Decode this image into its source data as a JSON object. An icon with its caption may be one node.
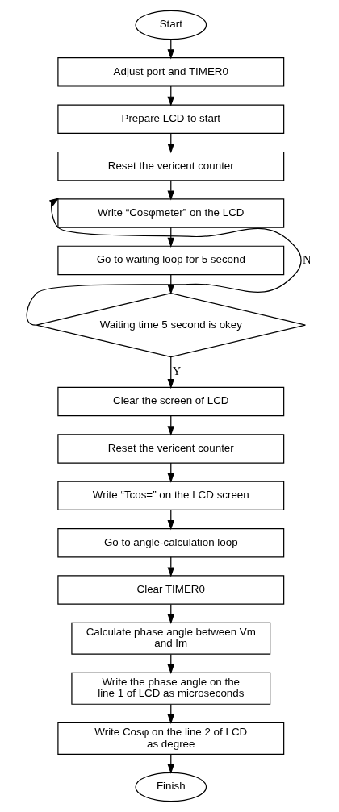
{
  "diagram": {
    "nodes": [
      {
        "text": [
          "Start"
        ]
      },
      {
        "text": [
          "Adjust port and TIMER0"
        ]
      },
      {
        "text": [
          "Prepare LCD to start"
        ]
      },
      {
        "text": [
          "Reset the vericent counter"
        ]
      },
      {
        "text": [
          "Write “Cosφmeter” on the LCD"
        ]
      },
      {
        "text": [
          "Go to waiting loop for 5 second"
        ]
      },
      {
        "text": [
          "Waiting time 5 second is okey"
        ]
      },
      {
        "text": [
          "Clear the screen of LCD"
        ]
      },
      {
        "text": [
          "Reset the vericent counter"
        ]
      },
      {
        "text": [
          "Write “Tcos=” on the LCD screen"
        ]
      },
      {
        "text": [
          "Go to angle-calculation loop"
        ]
      },
      {
        "text": [
          "Clear TIMER0"
        ]
      },
      {
        "text": [
          "Calculate phase angle between Vm and Im"
        ]
      },
      {
        "text": [
          "Write the phase angle on the line 1 of LCD as microseconds"
        ]
      },
      {
        "text": [
          "Write Cosφ on the line 2 of LCD as degree"
        ]
      },
      {
        "text": [
          "Finish"
        ]
      }
    ],
    "edges": [
      {
        "from": 0,
        "to": 1,
        "arrow": "to"
      },
      {
        "from": 1,
        "to": 2,
        "arrow": "to"
      },
      {
        "from": 2,
        "to": 3,
        "arrow": "to"
      },
      {
        "from": 3,
        "to": 4,
        "arrow": "to"
      },
      {
        "from": 4,
        "to": 5,
        "arrow": "to"
      },
      {
        "from": 5,
        "to": 6,
        "arrow": "to"
      },
      {
        "from": 6,
        "to": 4,
        "arrow": "to",
        "label": "N"
      },
      {
        "from": 6,
        "to": 7,
        "arrow": "to",
        "label": "Y"
      },
      {
        "from": 7,
        "to": 8,
        "arrow": "to"
      },
      {
        "from": 8,
        "to": 9,
        "arrow": "to"
      },
      {
        "from": 9,
        "to": 10,
        "arrow": "to"
      },
      {
        "from": 10,
        "to": 11,
        "arrow": "to"
      },
      {
        "from": 11,
        "to": 12,
        "arrow": "to"
      },
      {
        "from": 12,
        "to": 13,
        "arrow": "to"
      },
      {
        "from": 13,
        "to": 14,
        "arrow": "to"
      },
      {
        "from": 14,
        "to": 15,
        "arrow": "to"
      }
    ]
  }
}
